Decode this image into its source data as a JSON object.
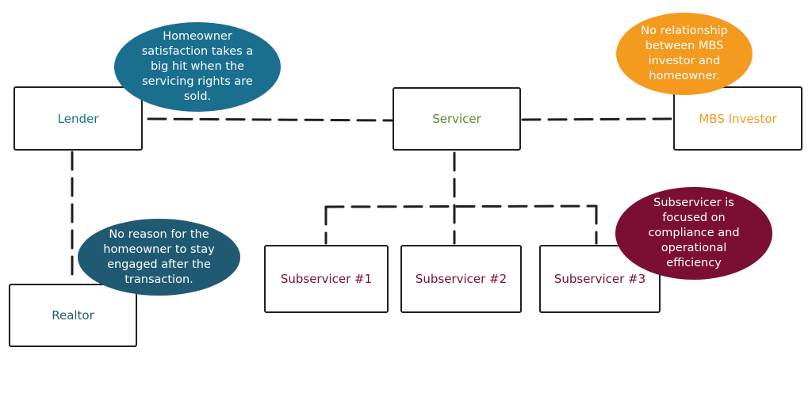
{
  "colors": {
    "lender": "#1a6f8f",
    "servicer": "#5a8a2a",
    "investor": "#f39a1f",
    "subservicer": "#7a0f33",
    "realtor": "#1f5a72",
    "bubble_lender": "#1a6f8f",
    "bubble_realtor": "#1f5a72",
    "bubble_investor": "#f39a1f",
    "bubble_subservicer": "#7a0f33",
    "connector": "#1f1f1f"
  },
  "nodes": {
    "lender": "Lender",
    "servicer": "Servicer",
    "investor": "MBS Investor",
    "realtor": "Realtor",
    "subservicer1": "Subservicer #1",
    "subservicer2": "Subservicer #2",
    "subservicer3": "Subservicer #3"
  },
  "callouts": {
    "lender": "Homeowner satisfaction takes a big hit when the servicing rights are sold.",
    "investor": "No relationship between MBS investor and homeowner.",
    "realtor": "No reason for the homeowner to stay engaged after the transaction.",
    "subservicer": "Subservicer is focused on compliance and operational efficiency"
  }
}
